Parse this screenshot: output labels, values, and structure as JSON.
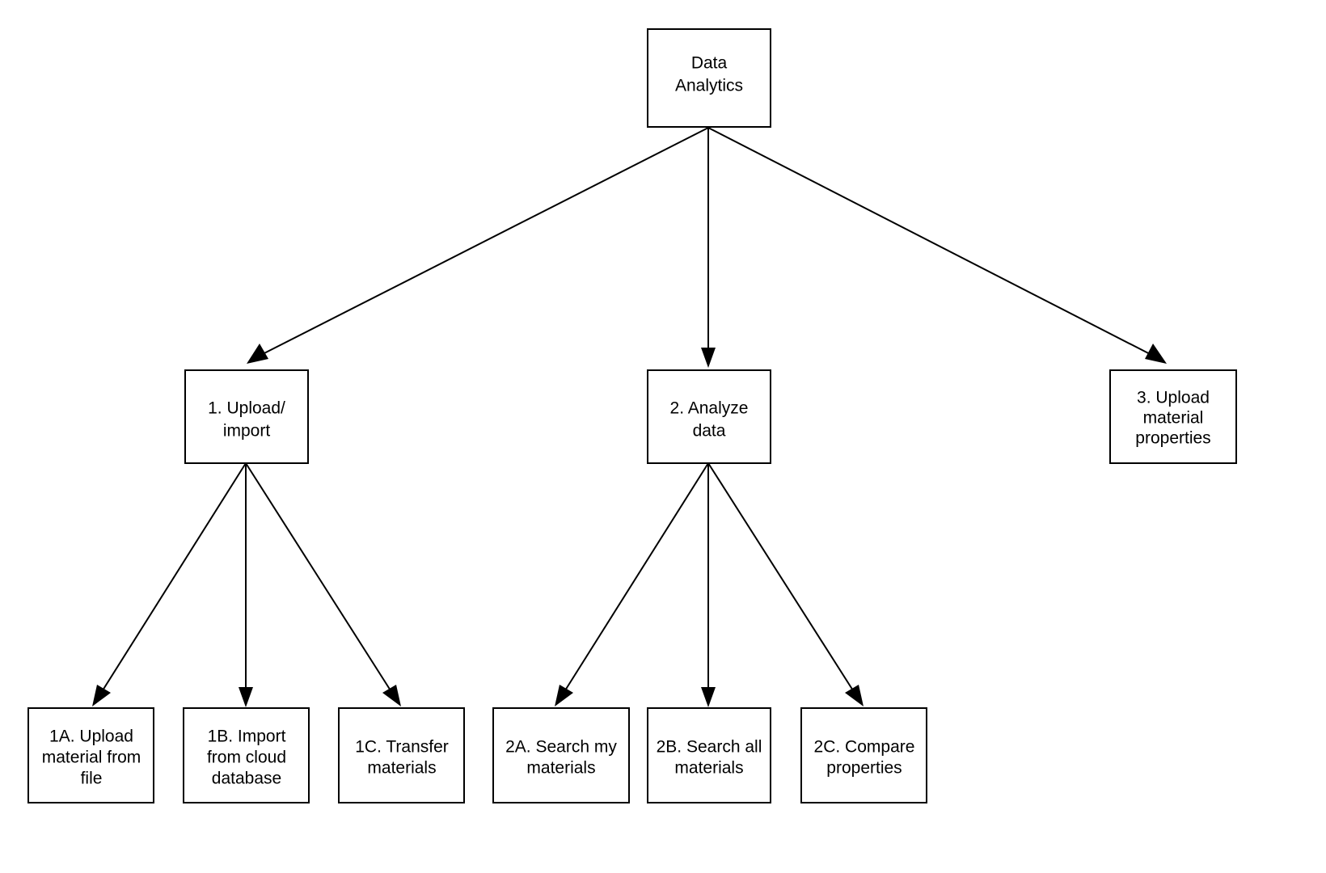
{
  "diagram": {
    "type": "tree-flowchart",
    "title": "Data Analytics",
    "background_color": "#ffffff",
    "line_color": "#000000",
    "text_color": "#000000",
    "nodes": {
      "root": {
        "id": "root",
        "lines": [
          "Data",
          "Analytics"
        ]
      },
      "n1": {
        "id": "1",
        "lines": [
          "1. Upload/",
          "import"
        ]
      },
      "n2": {
        "id": "2",
        "lines": [
          "2. Analyze",
          "data"
        ]
      },
      "n3": {
        "id": "3",
        "lines": [
          "3. Upload",
          "material",
          "properties"
        ]
      },
      "n1a": {
        "id": "1A",
        "lines": [
          "1A. Upload",
          "material from",
          "file"
        ]
      },
      "n1b": {
        "id": "1B",
        "lines": [
          "1B. Import",
          "from cloud",
          "database"
        ]
      },
      "n1c": {
        "id": "1C",
        "lines": [
          "1C. Transfer",
          "materials"
        ]
      },
      "n2a": {
        "id": "2A",
        "lines": [
          "2A. Search my",
          "materials"
        ]
      },
      "n2b": {
        "id": "2B",
        "lines": [
          "2B. Search all",
          "materials"
        ]
      },
      "n2c": {
        "id": "2C",
        "lines": [
          "2C. Compare",
          "properties"
        ]
      }
    },
    "edges": [
      {
        "from": "root",
        "to": "1"
      },
      {
        "from": "root",
        "to": "2"
      },
      {
        "from": "root",
        "to": "3"
      },
      {
        "from": "1",
        "to": "1A"
      },
      {
        "from": "1",
        "to": "1B"
      },
      {
        "from": "1",
        "to": "1C"
      },
      {
        "from": "2",
        "to": "2A"
      },
      {
        "from": "2",
        "to": "2B"
      },
      {
        "from": "2",
        "to": "2C"
      }
    ]
  }
}
